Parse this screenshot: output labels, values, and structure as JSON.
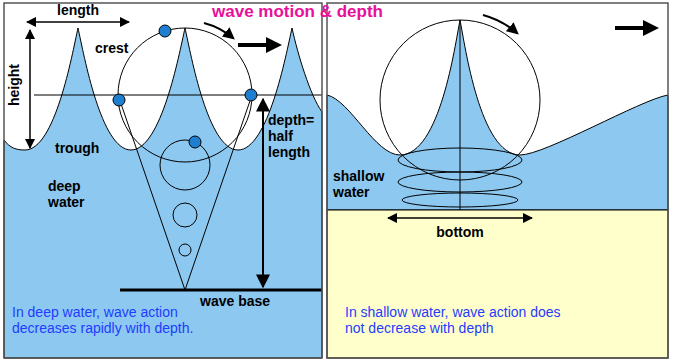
{
  "diagram": {
    "title": "wave motion & depth",
    "labels": [
      "length",
      "crest",
      "height",
      "trough",
      "depth= half length",
      "deep water",
      "wave base",
      "In deep water, wave action decreases rapidly with depth.",
      "shallow water",
      "bottom",
      "In shallow water, wave action does not decrease with depth"
    ]
  }
}
